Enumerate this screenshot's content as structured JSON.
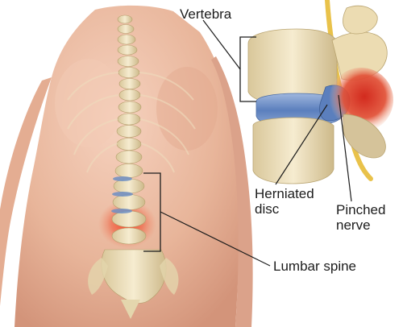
{
  "labels": {
    "vertebra": "Vertebra",
    "herniated_disc": [
      "Herniated",
      "disc"
    ],
    "pinched_nerve": [
      "Pinched",
      "nerve"
    ],
    "lumbar_spine": "Lumbar spine"
  },
  "colors": {
    "skin": "#e8b59a",
    "bone": "#efe3bf",
    "disc": "#6d8fc4",
    "inflammation": "#e0402a",
    "nerve": "#e9c24a",
    "leader_line": "#1c1c1c"
  }
}
